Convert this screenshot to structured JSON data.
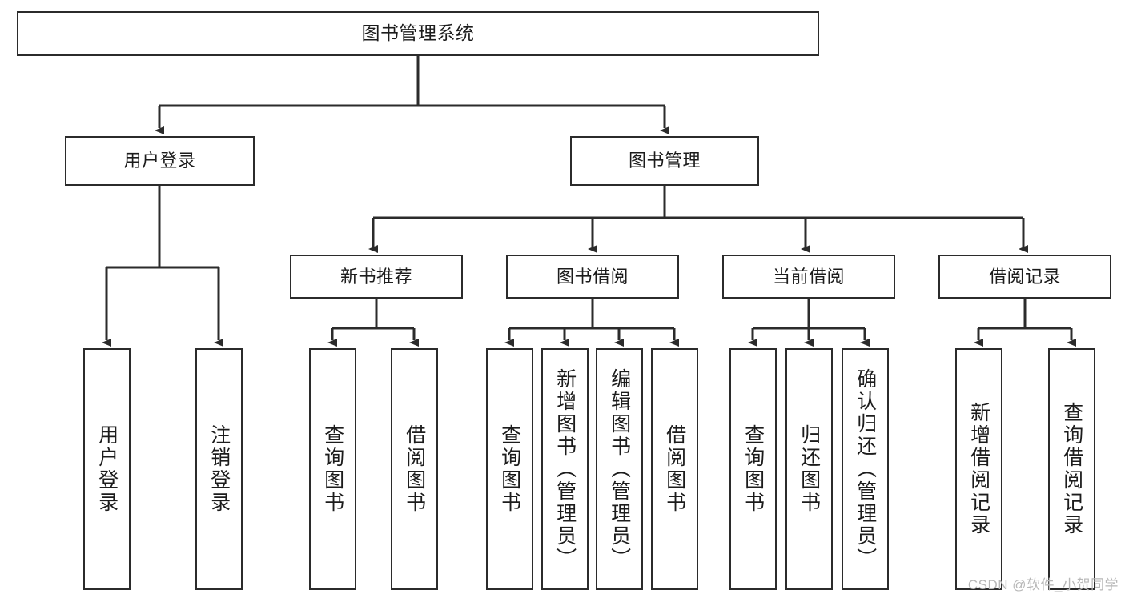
{
  "diagram": {
    "title": "图书管理系统",
    "type": "tree-hierarchy",
    "line_color": "#2b2b2b",
    "box_fill": "#ffffff",
    "text_color": "#1c1c1c"
  },
  "watermark": {
    "text": "CSDN @软件_小贺同学",
    "color": "#b8b8b8"
  },
  "nodes": {
    "root": {
      "label": "图书管理系统"
    },
    "level2": [
      {
        "label": "用户登录"
      },
      {
        "label": "图书管理"
      }
    ],
    "level3": [
      {
        "label": "新书推荐"
      },
      {
        "label": "图书借阅"
      },
      {
        "label": "当前借阅"
      },
      {
        "label": "借阅记录"
      }
    ],
    "leaves": {
      "user_login": [
        {
          "label": "用户登录"
        },
        {
          "label": "注销登录"
        }
      ],
      "new_book_recommend": [
        {
          "label": "查询图书"
        },
        {
          "label": "借阅图书"
        }
      ],
      "book_borrow": [
        {
          "label": "查询图书"
        },
        {
          "label": "新增图书（管理员）"
        },
        {
          "label": "编辑图书（管理员）"
        },
        {
          "label": "借阅图书"
        }
      ],
      "current_borrow": [
        {
          "label": "查询图书"
        },
        {
          "label": "归还图书"
        },
        {
          "label": "确认归还（管理员）"
        }
      ],
      "borrow_record": [
        {
          "label": "新增借阅记录"
        },
        {
          "label": "查询借阅记录"
        }
      ]
    }
  }
}
